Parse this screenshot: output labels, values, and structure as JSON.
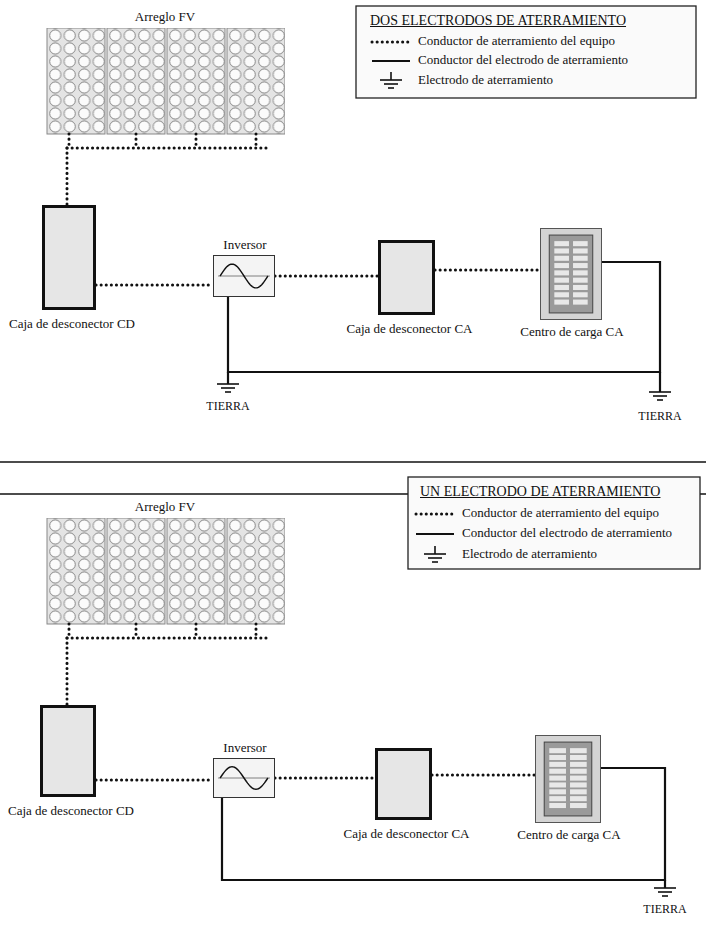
{
  "diagram": {
    "nodes": [
      {
        "text": [
          "Arreglo FV"
        ]
      },
      {
        "text": [
          "Caja de desconector CD"
        ]
      },
      {
        "text": [
          "Inversor"
        ]
      },
      {
        "text": [
          "Caja de desconector CA"
        ]
      },
      {
        "text": [
          "Centro de carga CA"
        ]
      },
      {
        "text": [
          "Arreglo FV"
        ]
      },
      {
        "text": [
          "Caja de desconector CD"
        ]
      },
      {
        "text": [
          "Inversor"
        ]
      },
      {
        "text": [
          "Caja de desconector CA"
        ]
      },
      {
        "text": [
          "Centro de carga CA"
        ]
      }
    ],
    "edges": [
      {
        "from": 0,
        "to": 1,
        "arrow": "none"
      },
      {
        "from": 1,
        "to": 2,
        "arrow": "none"
      },
      {
        "from": 2,
        "to": 3,
        "arrow": "none"
      },
      {
        "from": 3,
        "to": 4,
        "arrow": "none"
      },
      {
        "from": 2,
        "to": 4,
        "arrow": "none"
      },
      {
        "from": 5,
        "to": 6,
        "arrow": "none"
      },
      {
        "from": 6,
        "to": 7,
        "arrow": "none"
      },
      {
        "from": 7,
        "to": 8,
        "arrow": "none"
      },
      {
        "from": 8,
        "to": 9,
        "arrow": "none"
      },
      {
        "from": 7,
        "to": 9,
        "arrow": "none"
      }
    ],
    "labels": [
      "DOS ELECTRODOS DE ATERRAMIENTO",
      "TIERRA",
      "TIERRA",
      "UN ELECTRODO DE ATERRAMIENTO",
      "TIERRA"
    ],
    "legend": [
      {
        "text": "Conductor de aterramiento del equipo"
      },
      {
        "text": "Conductor del electrodo de aterramiento"
      },
      {
        "text": "Electrodo de aterramiento"
      },
      {
        "text": "Conductor de aterramiento del equipo"
      },
      {
        "text": "Conductor del electrodo de aterramiento"
      },
      {
        "text": "Electrodo de aterramiento"
      }
    ]
  }
}
